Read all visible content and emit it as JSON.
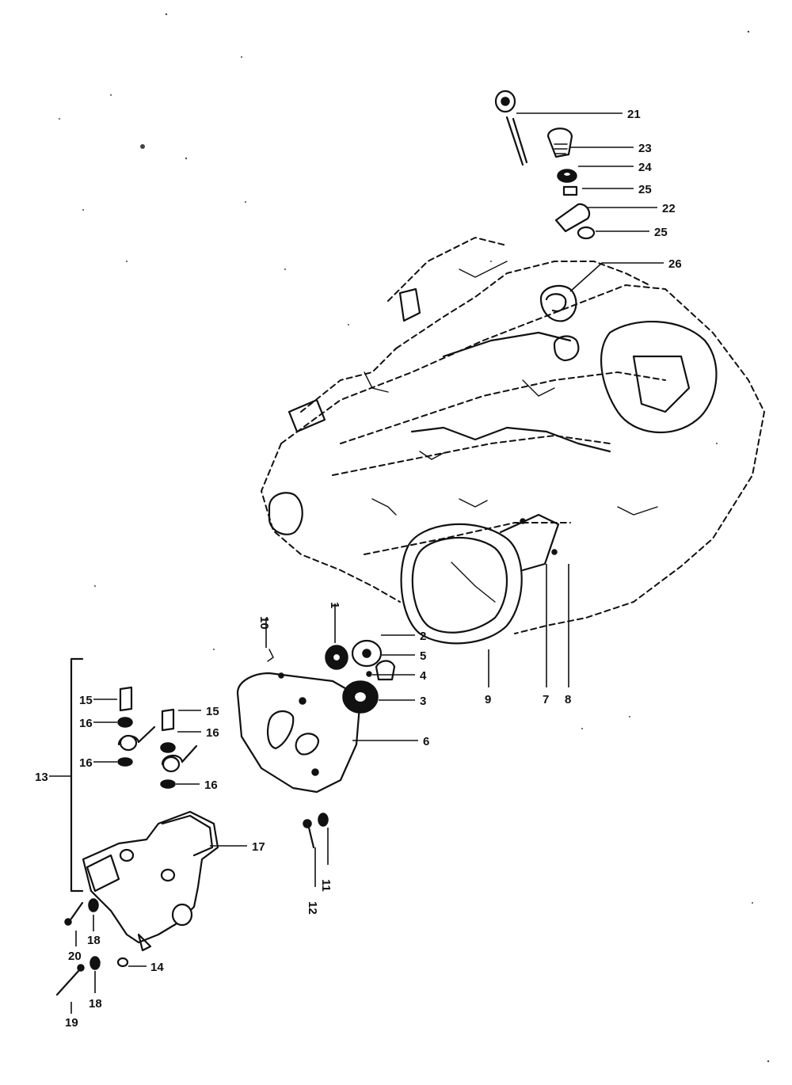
{
  "callouts": {
    "c1": "1",
    "c2": "2",
    "c3": "3",
    "c4": "4",
    "c5": "5",
    "c6": "6",
    "c7": "7",
    "c8": "8",
    "c9": "9",
    "c10": "10",
    "c11": "11",
    "c12": "12",
    "c13": "13",
    "c14": "14",
    "c15a": "15",
    "c15b": "15",
    "c16a": "16",
    "c16b": "16",
    "c16c": "16",
    "c16d": "16",
    "c17": "17",
    "c18a": "18",
    "c18b": "18",
    "c19": "19",
    "c20": "20",
    "c21": "21",
    "c22": "22",
    "c23": "23",
    "c24": "24",
    "c25a": "25",
    "c25b": "25",
    "c26": "26"
  }
}
